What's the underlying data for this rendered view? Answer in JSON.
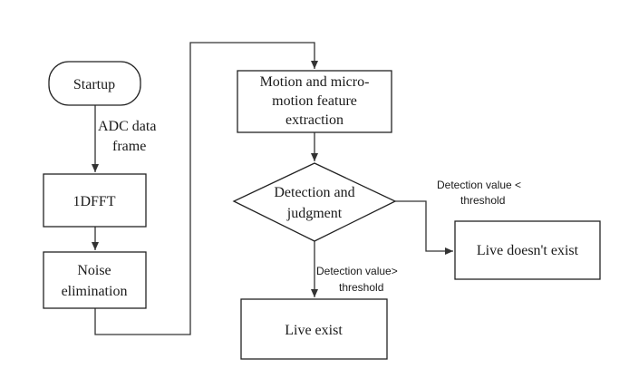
{
  "flowchart": {
    "nodes": {
      "startup": "Startup",
      "fft": "1DFFT",
      "noise": [
        "Noise",
        "elimination"
      ],
      "feature": [
        "Motion and micro-",
        "motion feature",
        "extraction"
      ],
      "decision": [
        "Detection and",
        "judgment"
      ],
      "live_exist": "Live exist",
      "live_not_exist": "Live doesn't exist"
    },
    "edges": {
      "adc": [
        "ADC data",
        "frame"
      ],
      "greater": [
        "Detection value>",
        "threshold"
      ],
      "less": [
        "Detection value <",
        "threshold"
      ]
    }
  }
}
